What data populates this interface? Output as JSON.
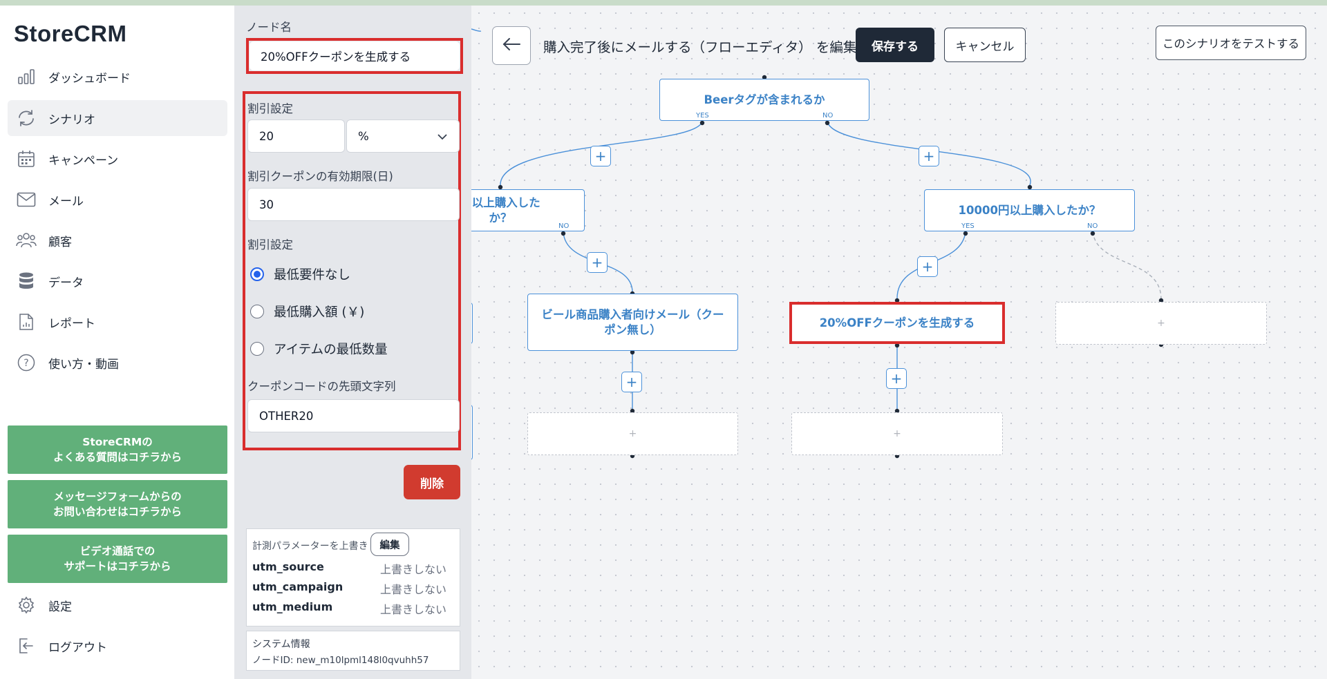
{
  "app": {
    "name": "StoreCRM"
  },
  "sidebar": {
    "items": [
      {
        "label": "ダッシュボード",
        "icon": "bar-chart-icon",
        "active": false
      },
      {
        "label": "シナリオ",
        "icon": "refresh-icon",
        "active": true
      },
      {
        "label": "キャンペーン",
        "icon": "calendar-icon",
        "active": false
      },
      {
        "label": "メール",
        "icon": "mail-icon",
        "active": false
      },
      {
        "label": "顧客",
        "icon": "users-icon",
        "active": false
      },
      {
        "label": "データ",
        "icon": "database-icon",
        "active": false
      },
      {
        "label": "レポート",
        "icon": "report-icon",
        "active": false
      },
      {
        "label": "使い方・動画",
        "icon": "help-circle-icon",
        "active": false
      }
    ],
    "support_buttons": [
      {
        "line1": "StoreCRMの",
        "line2": "よくある質問はコチラから"
      },
      {
        "line1": "メッセージフォームからの",
        "line2": "お問い合わせはコチラから"
      },
      {
        "line1": "ビデオ通話での",
        "line2": "サポートはコチラから"
      }
    ],
    "settings_label": "設定",
    "logout_label": "ログアウト"
  },
  "panel": {
    "node_name_label": "ノード名",
    "node_name_value": "20%OFFクーポンを生成する",
    "discount_label": "割引設定",
    "discount_value": "20",
    "discount_unit": "%",
    "expiry_label": "割引クーポンの有効期限(日)",
    "expiry_value": "30",
    "condition_label": "割引設定",
    "conditions": [
      {
        "label": "最低要件なし",
        "selected": true
      },
      {
        "label": "最低購入額 (￥)",
        "selected": false
      },
      {
        "label": "アイテムの最低数量",
        "selected": false
      }
    ],
    "prefix_label": "クーポンコードの先頭文字列",
    "prefix_value": "OTHER20",
    "delete_label": "削除",
    "tracking": {
      "title": "計測パラメーターを上書き",
      "edit_label": "編集",
      "rows": [
        {
          "key": "utm_source",
          "value": "上書きしない"
        },
        {
          "key": "utm_campaign",
          "value": "上書きしない"
        },
        {
          "key": "utm_medium",
          "value": "上書きしない"
        }
      ]
    },
    "system_info": {
      "title": "システム情報",
      "node_id": "ノードID: new_m10lpml148l0qvuhh57"
    }
  },
  "header": {
    "title": "購入完了後にメールする（フローエディタ） を編集中",
    "save_label": "保存する",
    "cancel_label": "キャンセル",
    "test_label": "このシナリオをテストする"
  },
  "flow": {
    "yes_label": "YES",
    "no_label": "NO",
    "plus_label": "+",
    "nodes": {
      "beer_tag": "Beerタグが含まれるか",
      "left_purchase": "円以上購入したか？",
      "right_purchase": "10000円以上購入したか？",
      "beer_mail_line1": "ビール商品購入者向けメール（クー",
      "beer_mail_line2": "ポン無し）",
      "coupon": "20%OFFクーポンを生成する"
    }
  },
  "colors": {
    "accent_blue": "#3b82c6",
    "highlight_red": "#d92d2d",
    "support_green": "#61b07a",
    "save_dark": "#1f2937",
    "delete_red": "#d13b2f"
  }
}
